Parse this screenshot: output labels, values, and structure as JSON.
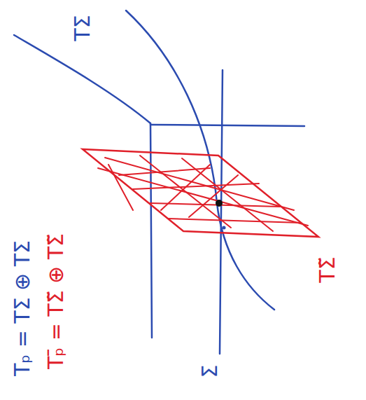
{
  "diagram": {
    "labels": [
      "Tₚ = TΣ ⊕ TΣ",
      "Tₚ̄ = TΣ̃ ⊕ TΣ̃",
      "TΣ",
      "Σ",
      "TΣ̃"
    ]
  }
}
